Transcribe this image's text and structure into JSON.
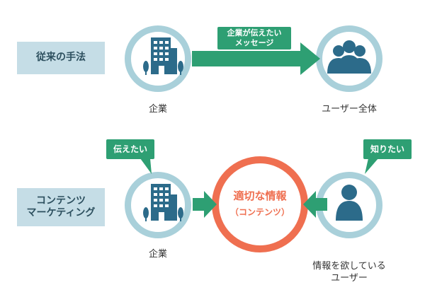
{
  "traditional": {
    "row_label": "従来の手法",
    "company_caption": "企業",
    "arrow_label": "企業が伝えたい\nメッセージ",
    "users_caption": "ユーザー全体"
  },
  "content_marketing": {
    "row_label": "コンテンツ\nマーケティング",
    "company_caption": "企業",
    "company_bubble": "伝えたい",
    "center_title": "適切な情報",
    "center_sub": "（コンテンツ）",
    "user_bubble": "知りたい",
    "user_caption": "情報を欲している\nユーザー"
  },
  "colors": {
    "ring_blue": "#a9d0da",
    "ring_orange": "#ef6f50",
    "arrow_green": "#2e9f73",
    "icon_blue": "#2c6b8a",
    "label_bg": "#c5dde6"
  }
}
